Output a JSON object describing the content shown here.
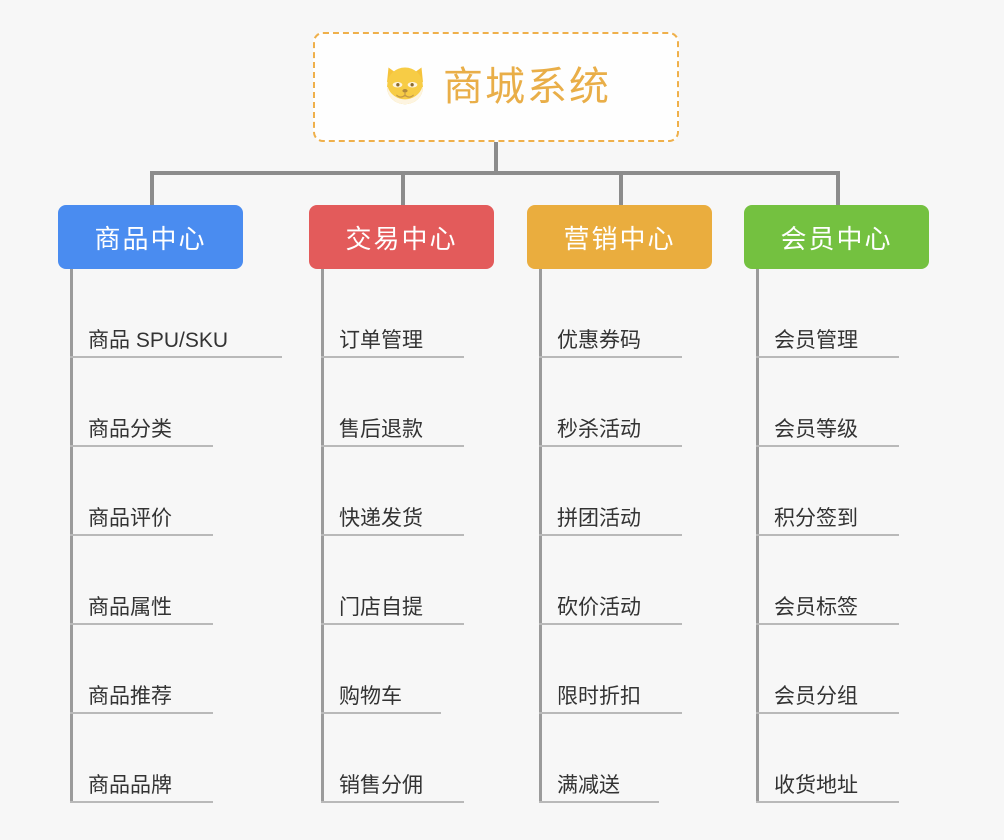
{
  "root": {
    "title": "商城系统",
    "icon": "shiba-dog-icon",
    "border_color": "#efb04b",
    "text_color": "#e9ae48"
  },
  "canvas": {
    "background": "#f7f7f7",
    "connector_color": "#8c8c8c",
    "leaf_text_color": "#333333",
    "leaf_underline_color": "#b9b9b9"
  },
  "columns": [
    {
      "title": "商品中心",
      "color": "#4a8cf0",
      "leaves": [
        "商品 SPU/SKU",
        "商品分类",
        "商品评价",
        "商品属性",
        "商品推荐",
        "商品品牌"
      ]
    },
    {
      "title": "交易中心",
      "color": "#e35b5b",
      "leaves": [
        "订单管理",
        "售后退款",
        "快递发货",
        "门店自提",
        "购物车",
        "销售分佣"
      ]
    },
    {
      "title": "营销中心",
      "color": "#eaad3e",
      "leaves": [
        "优惠券码",
        "秒杀活动",
        "拼团活动",
        "砍价活动",
        "限时折扣",
        "满减送"
      ]
    },
    {
      "title": "会员中心",
      "color": "#74c140",
      "leaves": [
        "会员管理",
        "会员等级",
        "积分签到",
        "会员标签",
        "会员分组",
        "收货地址"
      ]
    }
  ]
}
